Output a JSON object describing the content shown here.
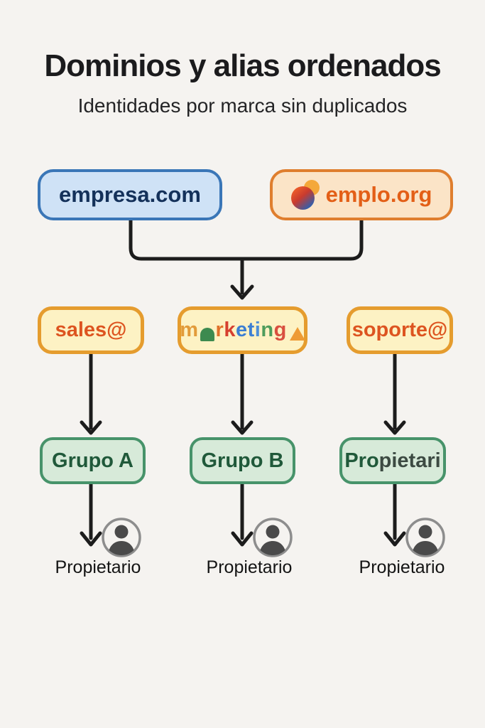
{
  "header": {
    "title": "Dominios y alias ordenados",
    "subtitle": "Identidades por marca sin duplicados"
  },
  "domains": [
    {
      "label": "empresa.com",
      "scheme": "blue"
    },
    {
      "label": "emplo.org",
      "scheme": "orange",
      "icon": "emplo-logo"
    }
  ],
  "aliases": [
    {
      "label": "sales@"
    },
    {
      "label": "marketing",
      "letters": [
        {
          "ch": "m",
          "color": "#e29b3a"
        },
        {
          "ch": "a",
          "color": "#3d8a4f",
          "shape": "arch"
        },
        {
          "ch": "r",
          "color": "#e0712a"
        },
        {
          "ch": "k",
          "color": "#d6402f"
        },
        {
          "ch": "e",
          "color": "#3c7fd3"
        },
        {
          "ch": "t",
          "color": "#3c7fd3"
        },
        {
          "ch": "i",
          "color": "#4c8ed8"
        },
        {
          "ch": "n",
          "color": "#4e9c5b"
        },
        {
          "ch": "g",
          "color": "#d94f3f"
        },
        {
          "ch": "▲",
          "color": "#ee9b35",
          "shape": "triangle"
        }
      ]
    },
    {
      "label": "soporte@"
    }
  ],
  "groups": [
    {
      "label": "Grupo A"
    },
    {
      "label": "Grupo B"
    },
    {
      "label_bold": "Pro",
      "label_rest": "pietari"
    }
  ],
  "owners": [
    {
      "label": "Propietario"
    },
    {
      "label": "Propietario"
    },
    {
      "label": "Propietario"
    }
  ],
  "colors": {
    "background": "#f5f3f0",
    "line": "#1c1c1c",
    "domain_blue_bg": "#cfe2f6",
    "domain_blue_border": "#3a76b7",
    "domain_blue_text": "#14315a",
    "domain_orange_bg": "#fbe4c7",
    "domain_orange_border": "#df7e2e",
    "domain_orange_text": "#e35f17",
    "alias_bg": "#fdf2c4",
    "alias_border": "#e59c2e",
    "alias_text": "#dd5420",
    "group_bg": "#d7ead9",
    "group_border": "#47936a",
    "group_text": "#20593a",
    "avatar_ring": "#8d8d8d",
    "avatar_fill": "#4a4a4a"
  }
}
